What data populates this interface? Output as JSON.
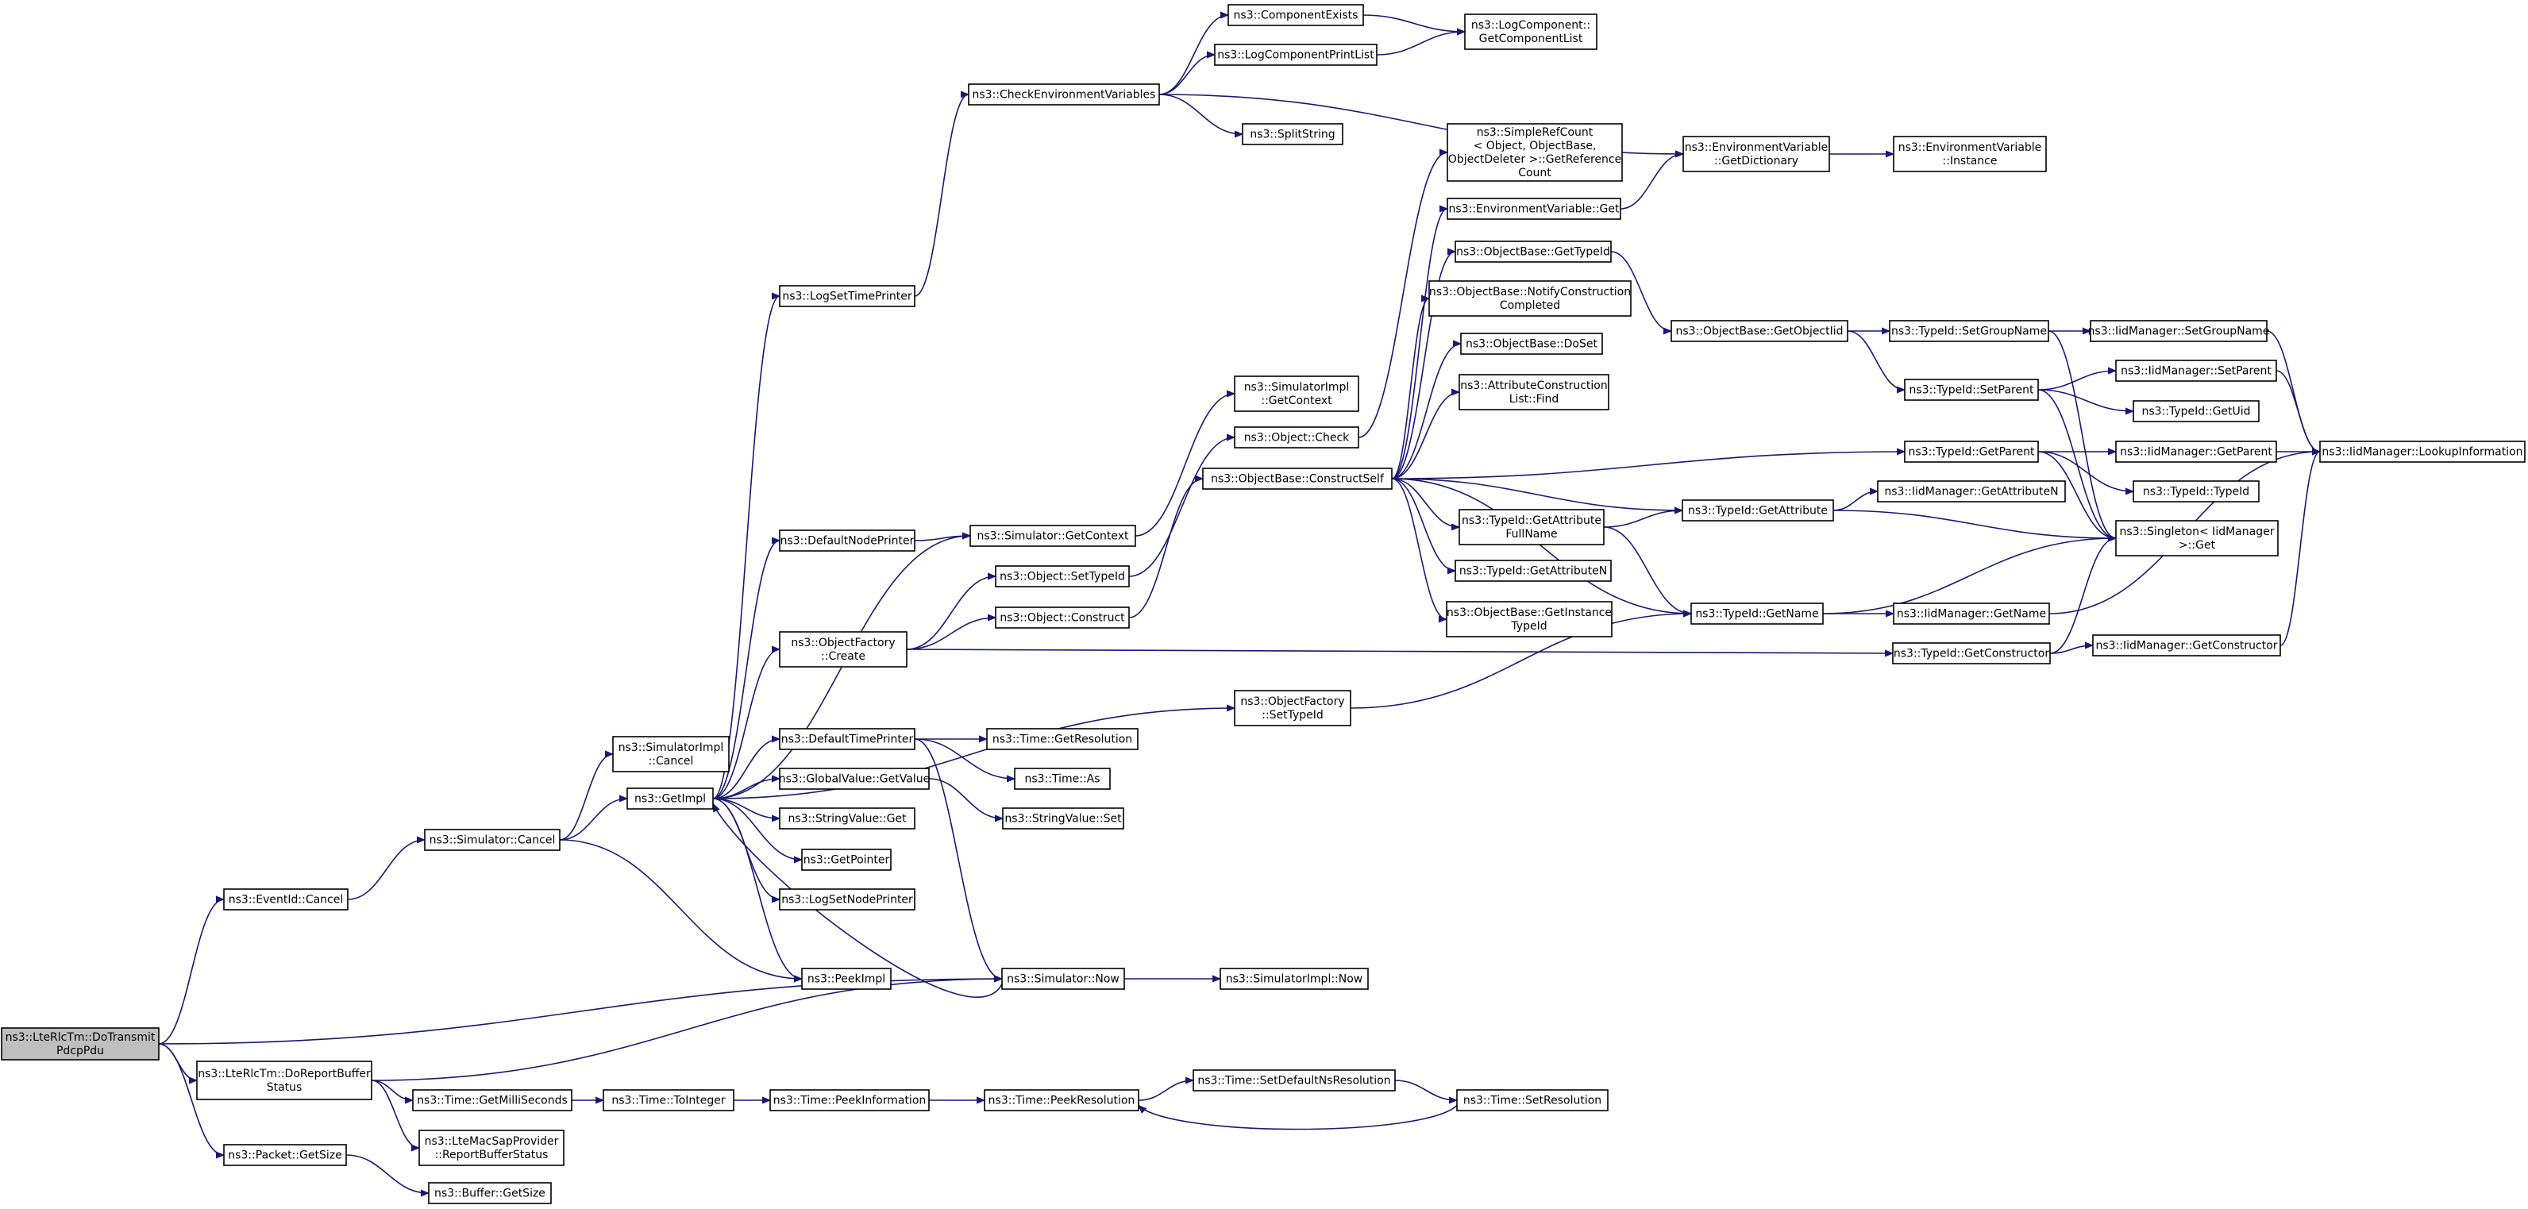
{
  "nodes": [
    {
      "id": "root",
      "lines": [
        "ns3::LteRlcTm::DoTransmit",
        "PdcpPdu"
      ]
    },
    {
      "id": "eventid_cancel",
      "lines": [
        "ns3::EventId::Cancel"
      ]
    },
    {
      "id": "doreportbuffer",
      "lines": [
        "ns3::LteRlcTm::DoReportBuffer",
        "Status"
      ]
    },
    {
      "id": "packet_getsize",
      "lines": [
        "ns3::Packet::GetSize"
      ]
    },
    {
      "id": "sim_cancel",
      "lines": [
        "ns3::Simulator::Cancel"
      ]
    },
    {
      "id": "simimpl_cancel",
      "lines": [
        "ns3::SimulatorImpl",
        "::Cancel"
      ]
    },
    {
      "id": "getimpl",
      "lines": [
        "ns3::GetImpl"
      ]
    },
    {
      "id": "peekimpl",
      "lines": [
        "ns3::PeekImpl"
      ]
    },
    {
      "id": "logsettimeprinter",
      "lines": [
        "ns3::LogSetTimePrinter"
      ]
    },
    {
      "id": "checkenv",
      "lines": [
        "ns3::CheckEnvironmentVariables"
      ]
    },
    {
      "id": "componentexists",
      "lines": [
        "ns3::ComponentExists"
      ]
    },
    {
      "id": "logcomponentprintlist",
      "lines": [
        "ns3::LogComponentPrintList"
      ]
    },
    {
      "id": "logcomponent_getlist",
      "lines": [
        "ns3::LogComponent::",
        "GetComponentList"
      ]
    },
    {
      "id": "splitstring",
      "lines": [
        "ns3::SplitString"
      ]
    },
    {
      "id": "envvar_getdict",
      "lines": [
        "ns3::EnvironmentVariable",
        "::GetDictionary"
      ]
    },
    {
      "id": "envvar_instance",
      "lines": [
        "ns3::EnvironmentVariable",
        "::Instance"
      ]
    },
    {
      "id": "defaultnodeprinter",
      "lines": [
        "ns3::DefaultNodePrinter"
      ]
    },
    {
      "id": "sim_getcontext",
      "lines": [
        "ns3::Simulator::GetContext"
      ]
    },
    {
      "id": "simimpl_getcontext",
      "lines": [
        "ns3::SimulatorImpl",
        "::GetContext"
      ]
    },
    {
      "id": "objectfactory_create",
      "lines": [
        "ns3::ObjectFactory",
        "::Create"
      ]
    },
    {
      "id": "object_settypeid",
      "lines": [
        "ns3::Object::SetTypeId"
      ]
    },
    {
      "id": "object_construct",
      "lines": [
        "ns3::Object::Construct"
      ]
    },
    {
      "id": "object_check",
      "lines": [
        "ns3::Object::Check"
      ]
    },
    {
      "id": "constructself",
      "lines": [
        "ns3::ObjectBase::ConstructSelf"
      ]
    },
    {
      "id": "simplerefcount",
      "lines": [
        "ns3::SimpleRefCount",
        "< Object, ObjectBase,",
        "ObjectDeleter >::GetReference",
        "Count"
      ]
    },
    {
      "id": "envvar_get",
      "lines": [
        "ns3::EnvironmentVariable::Get"
      ]
    },
    {
      "id": "ob_gettypeid",
      "lines": [
        "ns3::ObjectBase::GetTypeId"
      ]
    },
    {
      "id": "ob_notify",
      "lines": [
        "ns3::ObjectBase::NotifyConstruction",
        "Completed"
      ]
    },
    {
      "id": "ob_doset",
      "lines": [
        "ns3::ObjectBase::DoSet"
      ]
    },
    {
      "id": "attrconstruction_find",
      "lines": [
        "ns3::AttributeConstruction",
        "List::Find"
      ]
    },
    {
      "id": "typeid_getattributefullname",
      "lines": [
        "ns3::TypeId::GetAttribute",
        "FullName"
      ]
    },
    {
      "id": "typeid_getattributen",
      "lines": [
        "ns3::TypeId::GetAttributeN"
      ]
    },
    {
      "id": "ob_getinstancetypeid",
      "lines": [
        "ns3::ObjectBase::GetInstance",
        "TypeId"
      ]
    },
    {
      "id": "ob_getobjectiid",
      "lines": [
        "ns3::ObjectBase::GetObjectIid"
      ]
    },
    {
      "id": "typeid_setgroupname",
      "lines": [
        "ns3::TypeId::SetGroupName"
      ]
    },
    {
      "id": "iid_setgroupname",
      "lines": [
        "ns3::IidManager::SetGroupName"
      ]
    },
    {
      "id": "typeid_setparent",
      "lines": [
        "ns3::TypeId::SetParent"
      ]
    },
    {
      "id": "iid_setparent",
      "lines": [
        "ns3::IidManager::SetParent"
      ]
    },
    {
      "id": "typeid_getuid",
      "lines": [
        "ns3::TypeId::GetUid"
      ]
    },
    {
      "id": "typeid_getparent",
      "lines": [
        "ns3::TypeId::GetParent"
      ]
    },
    {
      "id": "iid_getparent",
      "lines": [
        "ns3::IidManager::GetParent"
      ]
    },
    {
      "id": "typeid_typeid",
      "lines": [
        "ns3::TypeId::TypeId"
      ]
    },
    {
      "id": "iid_lookup",
      "lines": [
        "ns3::IidManager::LookupInformation"
      ]
    },
    {
      "id": "typeid_getattribute",
      "lines": [
        "ns3::TypeId::GetAttribute"
      ]
    },
    {
      "id": "iid_getattributen",
      "lines": [
        "ns3::IidManager::GetAttributeN"
      ]
    },
    {
      "id": "singleton_get",
      "lines": [
        "ns3::Singleton< IidManager",
        ">::Get"
      ]
    },
    {
      "id": "typeid_getname",
      "lines": [
        "ns3::TypeId::GetName"
      ]
    },
    {
      "id": "iid_getname",
      "lines": [
        "ns3::IidManager::GetName"
      ]
    },
    {
      "id": "typeid_getconstructor",
      "lines": [
        "ns3::TypeId::GetConstructor"
      ]
    },
    {
      "id": "iid_getconstructor",
      "lines": [
        "ns3::IidManager::GetConstructor"
      ]
    },
    {
      "id": "objectfactory_settypeid",
      "lines": [
        "ns3::ObjectFactory",
        "::SetTypeId"
      ]
    },
    {
      "id": "defaulttimeprinter",
      "lines": [
        "ns3::DefaultTimePrinter"
      ]
    },
    {
      "id": "time_getresolution",
      "lines": [
        "ns3::Time::GetResolution"
      ]
    },
    {
      "id": "time_as",
      "lines": [
        "ns3::Time::As"
      ]
    },
    {
      "id": "globalvalue_getvalue",
      "lines": [
        "ns3::GlobalValue::GetValue"
      ]
    },
    {
      "id": "stringvalue_set",
      "lines": [
        "ns3::StringValue::Set"
      ]
    },
    {
      "id": "stringvalue_get",
      "lines": [
        "ns3::StringValue::Get"
      ]
    },
    {
      "id": "getpointer",
      "lines": [
        "ns3::GetPointer"
      ]
    },
    {
      "id": "logsetnodeprinter",
      "lines": [
        "ns3::LogSetNodePrinter"
      ]
    },
    {
      "id": "sim_now",
      "lines": [
        "ns3::Simulator::Now"
      ]
    },
    {
      "id": "simimpl_now",
      "lines": [
        "ns3::SimulatorImpl::Now"
      ]
    },
    {
      "id": "time_getmilliseconds",
      "lines": [
        "ns3::Time::GetMilliSeconds"
      ]
    },
    {
      "id": "time_tointeger",
      "lines": [
        "ns3::Time::ToInteger"
      ]
    },
    {
      "id": "time_peekinformation",
      "lines": [
        "ns3::Time::PeekInformation"
      ]
    },
    {
      "id": "time_peekresolution",
      "lines": [
        "ns3::Time::PeekResolution"
      ]
    },
    {
      "id": "time_setdefaultns",
      "lines": [
        "ns3::Time::SetDefaultNsResolution"
      ]
    },
    {
      "id": "time_setresolution",
      "lines": [
        "ns3::Time::SetResolution"
      ]
    },
    {
      "id": "ltemacsap_report",
      "lines": [
        "ns3::LteMacSapProvider",
        "::ReportBufferStatus"
      ]
    },
    {
      "id": "buffer_getsize",
      "lines": [
        "ns3::Buffer::GetSize"
      ]
    }
  ],
  "edges": [
    [
      "root",
      "eventid_cancel"
    ],
    [
      "root",
      "sim_now"
    ],
    [
      "root",
      "doreportbuffer"
    ],
    [
      "root",
      "packet_getsize"
    ],
    [
      "eventid_cancel",
      "sim_cancel"
    ],
    [
      "sim_cancel",
      "simimpl_cancel"
    ],
    [
      "sim_cancel",
      "getimpl"
    ],
    [
      "sim_cancel",
      "peekimpl"
    ],
    [
      "getimpl",
      "logsettimeprinter"
    ],
    [
      "getimpl",
      "defaultnodeprinter"
    ],
    [
      "getimpl",
      "sim_getcontext"
    ],
    [
      "getimpl",
      "objectfactory_create"
    ],
    [
      "getimpl",
      "objectfactory_settypeid"
    ],
    [
      "getimpl",
      "defaulttimeprinter"
    ],
    [
      "getimpl",
      "globalvalue_getvalue"
    ],
    [
      "getimpl",
      "stringvalue_get"
    ],
    [
      "getimpl",
      "getpointer"
    ],
    [
      "getimpl",
      "logsetnodeprinter"
    ],
    [
      "getimpl",
      "peekimpl"
    ],
    [
      "logsettimeprinter",
      "checkenv"
    ],
    [
      "checkenv",
      "componentexists"
    ],
    [
      "checkenv",
      "logcomponentprintlist"
    ],
    [
      "checkenv",
      "splitstring"
    ],
    [
      "checkenv",
      "envvar_getdict"
    ],
    [
      "componentexists",
      "logcomponent_getlist"
    ],
    [
      "logcomponentprintlist",
      "logcomponent_getlist"
    ],
    [
      "envvar_getdict",
      "envvar_instance"
    ],
    [
      "envvar_get",
      "envvar_getdict"
    ],
    [
      "defaultnodeprinter",
      "sim_getcontext"
    ],
    [
      "sim_getcontext",
      "simimpl_getcontext"
    ],
    [
      "objectfactory_create",
      "object_settypeid"
    ],
    [
      "objectfactory_create",
      "object_construct"
    ],
    [
      "objectfactory_create",
      "typeid_getconstructor"
    ],
    [
      "object_settypeid",
      "object_check"
    ],
    [
      "object_construct",
      "constructself"
    ],
    [
      "object_check",
      "simplerefcount"
    ],
    [
      "constructself",
      "envvar_get"
    ],
    [
      "constructself",
      "ob_gettypeid"
    ],
    [
      "constructself",
      "ob_notify"
    ],
    [
      "constructself",
      "ob_doset"
    ],
    [
      "constructself",
      "attrconstruction_find"
    ],
    [
      "constructself",
      "typeid_getparent"
    ],
    [
      "constructself",
      "typeid_getattribute"
    ],
    [
      "constructself",
      "typeid_getattributefullname"
    ],
    [
      "constructself",
      "typeid_getattributen"
    ],
    [
      "constructself",
      "ob_getinstancetypeid"
    ],
    [
      "constructself",
      "typeid_getname"
    ],
    [
      "ob_gettypeid",
      "ob_getobjectiid"
    ],
    [
      "ob_getobjectiid",
      "typeid_setgroupname"
    ],
    [
      "ob_getobjectiid",
      "typeid_setparent"
    ],
    [
      "typeid_setgroupname",
      "iid_setgroupname"
    ],
    [
      "typeid_setgroupname",
      "singleton_get"
    ],
    [
      "typeid_setparent",
      "iid_setparent"
    ],
    [
      "typeid_setparent",
      "typeid_getuid"
    ],
    [
      "typeid_setparent",
      "singleton_get"
    ],
    [
      "iid_setgroupname",
      "iid_lookup"
    ],
    [
      "iid_setparent",
      "iid_lookup"
    ],
    [
      "typeid_getparent",
      "iid_getparent"
    ],
    [
      "typeid_getparent",
      "typeid_typeid"
    ],
    [
      "typeid_getparent",
      "singleton_get"
    ],
    [
      "iid_getparent",
      "iid_lookup"
    ],
    [
      "typeid_getattributefullname",
      "typeid_getattribute"
    ],
    [
      "typeid_getattributefullname",
      "typeid_getname"
    ],
    [
      "typeid_getattribute",
      "iid_getattributen"
    ],
    [
      "typeid_getattribute",
      "singleton_get"
    ],
    [
      "typeid_getname",
      "iid_getname"
    ],
    [
      "typeid_getname",
      "singleton_get"
    ],
    [
      "iid_getname",
      "iid_lookup"
    ],
    [
      "typeid_getconstructor",
      "iid_getconstructor"
    ],
    [
      "typeid_getconstructor",
      "singleton_get"
    ],
    [
      "iid_getconstructor",
      "iid_lookup"
    ],
    [
      "objectfactory_settypeid",
      "typeid_getname"
    ],
    [
      "defaulttimeprinter",
      "time_getresolution"
    ],
    [
      "defaulttimeprinter",
      "time_as"
    ],
    [
      "defaulttimeprinter",
      "sim_now"
    ],
    [
      "globalvalue_getvalue",
      "stringvalue_set"
    ],
    [
      "sim_now",
      "simimpl_now"
    ],
    [
      "sim_now",
      "getimpl"
    ],
    [
      "doreportbuffer",
      "sim_now"
    ],
    [
      "doreportbuffer",
      "time_getmilliseconds"
    ],
    [
      "doreportbuffer",
      "ltemacsap_report"
    ],
    [
      "time_getmilliseconds",
      "time_tointeger"
    ],
    [
      "time_tointeger",
      "time_peekinformation"
    ],
    [
      "time_peekinformation",
      "time_peekresolution"
    ],
    [
      "time_peekresolution",
      "time_setdefaultns"
    ],
    [
      "time_setdefaultns",
      "time_setresolution"
    ],
    [
      "time_setresolution",
      "time_peekresolution"
    ],
    [
      "packet_getsize",
      "buffer_getsize"
    ]
  ]
}
